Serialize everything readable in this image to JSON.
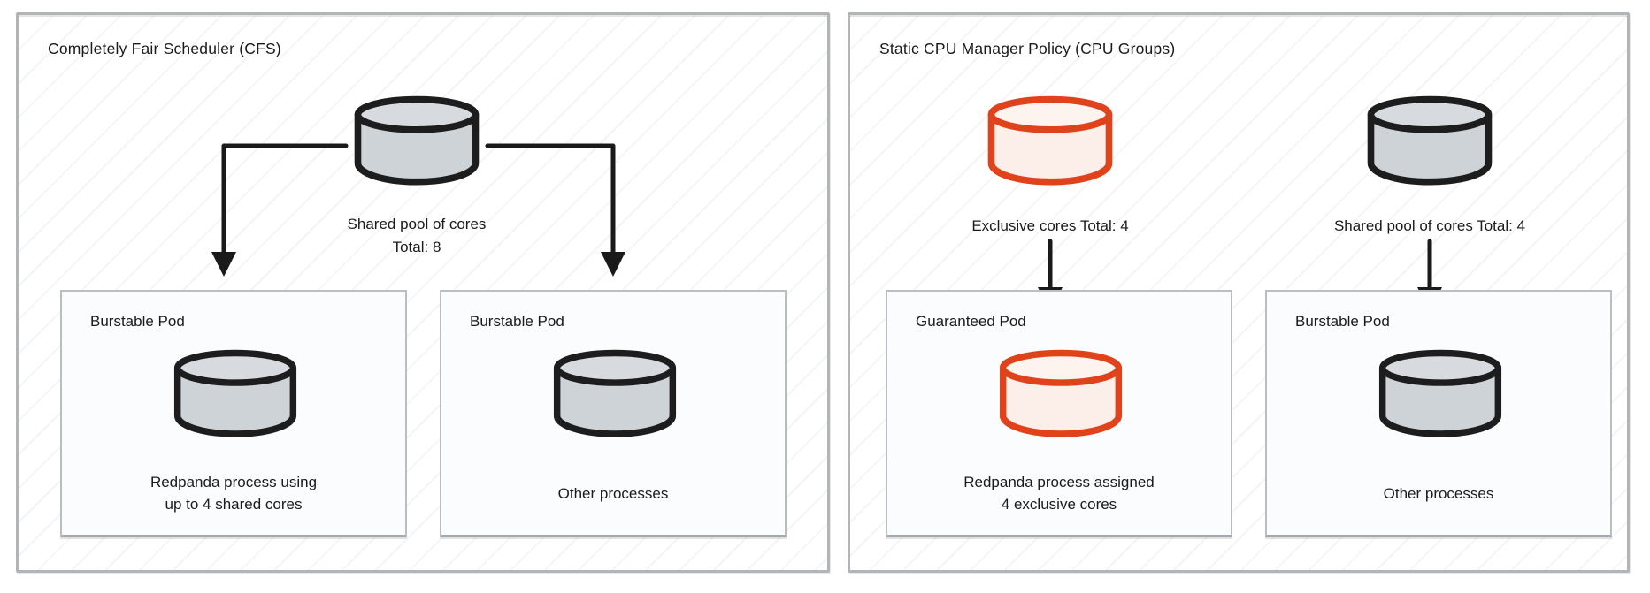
{
  "panels": [
    {
      "name": "cfs",
      "title": "Completely Fair Scheduler (CFS)",
      "pools": [
        {
          "color": "gray",
          "lines": [
            "Shared pool of cores",
            "Total: 8"
          ]
        }
      ],
      "pods": [
        {
          "label": "Burstable Pod",
          "cylinder": "gray",
          "caption": [
            "Redpanda process using",
            "up to 4 shared cores"
          ]
        },
        {
          "label": "Burstable Pod",
          "cylinder": "gray",
          "caption": [
            "Other processes"
          ]
        }
      ]
    },
    {
      "name": "static-cpu-manager",
      "title": "Static CPU Manager Policy (CPU Groups)",
      "pools": [
        {
          "color": "red",
          "lines": [
            "Exclusive cores Total: 4"
          ]
        },
        {
          "color": "gray",
          "lines": [
            "Shared pool of cores Total: 4"
          ]
        }
      ],
      "pods": [
        {
          "label": "Guaranteed Pod",
          "cylinder": "red",
          "caption": [
            "Redpanda process assigned",
            "4 exclusive cores"
          ]
        },
        {
          "label": "Burstable Pod",
          "cylinder": "gray",
          "caption": [
            "Other processes"
          ]
        }
      ]
    }
  ],
  "colors": {
    "exclusive_red_stroke": "#e0431c",
    "exclusive_red_fill": "#fceee9",
    "shared_gray_stroke": "#1d1d1d",
    "shared_gray_fill": "#ced3d8",
    "arrow": "#1a1a1a",
    "panel_border": "#b2b5b8",
    "pod_border": "#bbbec1",
    "pod_fill": "#fbfcfd"
  }
}
